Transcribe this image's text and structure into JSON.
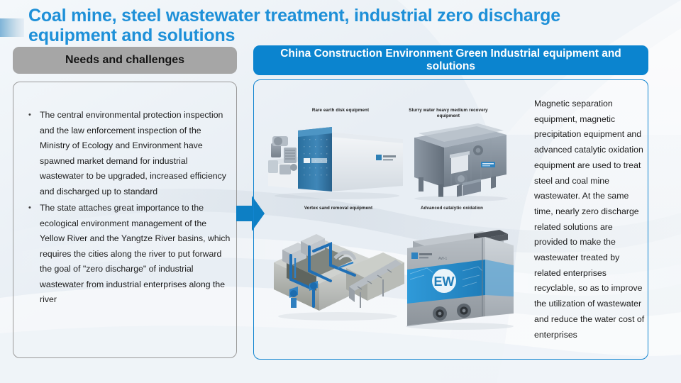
{
  "slide": {
    "title": "Coal mine, steel wastewater treatment, industrial zero discharge equipment and solutions"
  },
  "left_panel": {
    "header": "Needs and challenges",
    "bullet_marker": "•",
    "bullets": [
      "The central environmental protection inspection and the law enforcement inspection of the Ministry of Ecology and Environment have spawned market demand for industrial wastewater to be upgraded, increased efficiency and discharged up to standard",
      "The state attaches great importance to the ecological environment management of the Yellow River and the Yangtze River basins, which requires the cities along the river to put forward the goal of \"zero discharge\" of industrial wastewater from industrial enterprises along the river"
    ]
  },
  "right_panel": {
    "header": "China Construction Environment Green Industrial equipment and solutions",
    "description": "Magnetic separation equipment, magnetic precipitation equipment and advanced catalytic oxidation equipment are used to treat steel and coal mine wastewater. At the same time, nearly zero discharge related solutions are provided to make the wastewater treated by related enterprises recyclable, so as to improve the utilization of wastewater and reduce the water cost of enterprises",
    "images": [
      {
        "caption": "Rare earth disk equipment"
      },
      {
        "caption": "Slurry water heavy medium recovery equipment"
      },
      {
        "caption": "Vortex sand removal equipment"
      },
      {
        "caption": "Advanced catalytic oxidation"
      }
    ]
  },
  "colors": {
    "title_blue": "#1e90d8",
    "pill_blue": "#0b84cf",
    "pill_gray": "#a6a6a6",
    "panel_border_blue": "#1285d0",
    "panel_border_gray": "#9b9b9b",
    "arrow_blue": "#0d7fc4"
  }
}
